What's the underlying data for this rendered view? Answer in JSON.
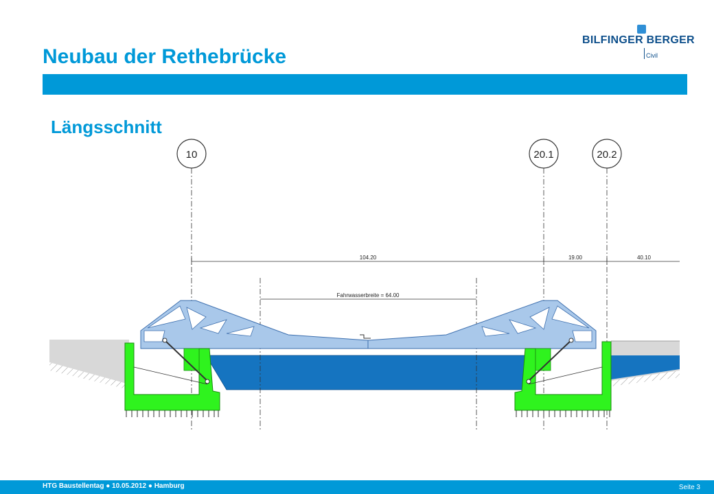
{
  "slide": {
    "title": "Neubau der Rethebrücke",
    "subtitle": "Längsschnitt"
  },
  "logo": {
    "name": "BILFINGER BERGER",
    "division": "Civil"
  },
  "drawing": {
    "axis_labels": [
      "10",
      "20.1",
      "20.2"
    ],
    "dimension_main": "104.20",
    "dimension_mid": "19.00",
    "dimension_right": "40.10",
    "fairway": "Fahrwasserbreite = 64.00"
  },
  "footer": {
    "event": "HTG Baustellentag ● 10.05.2012 ● Hamburg",
    "page": "Seite 3"
  },
  "colors": {
    "accent": "#0099d8",
    "bridge": "#a9c8ea",
    "water": "#1574c0",
    "pier": "#2ff31e"
  }
}
